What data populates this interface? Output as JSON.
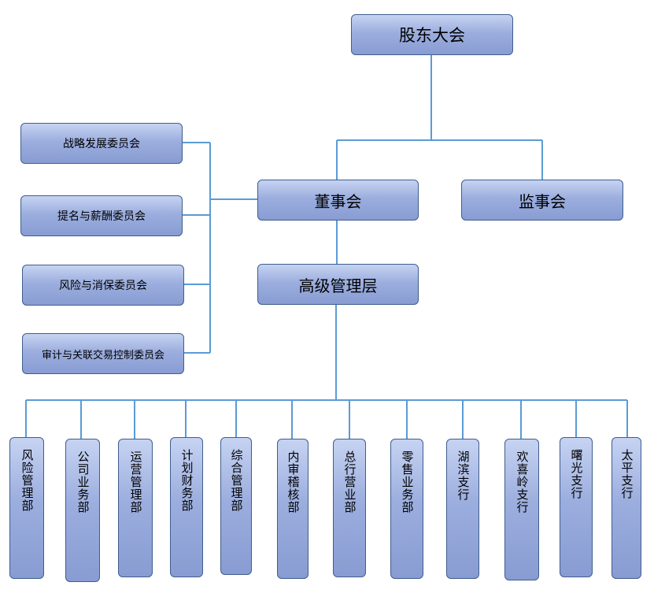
{
  "colors": {
    "line": "#5b9bd5",
    "box_border": "#3f5e8c",
    "box_fill_top": "#c6d3f2",
    "box_fill_bottom": "#889cd3"
  },
  "nodes": {
    "shareholders": "股东大会",
    "board": "董事会",
    "supervisory": "监事会",
    "management": "高级管理层"
  },
  "committees": [
    "战略发展委员会",
    "提名与薪酬委员会",
    "风险与消保委员会",
    "审计与关联交易控制委员会"
  ],
  "departments": [
    "风险管理部",
    "公司业务部",
    "运营管理部",
    "计划财务部",
    "综合管理部",
    "内审稽核部",
    "总行营业部",
    "零售业务部",
    "湖滨支行",
    "欢喜岭支行",
    "曙光支行",
    "太平支行"
  ]
}
